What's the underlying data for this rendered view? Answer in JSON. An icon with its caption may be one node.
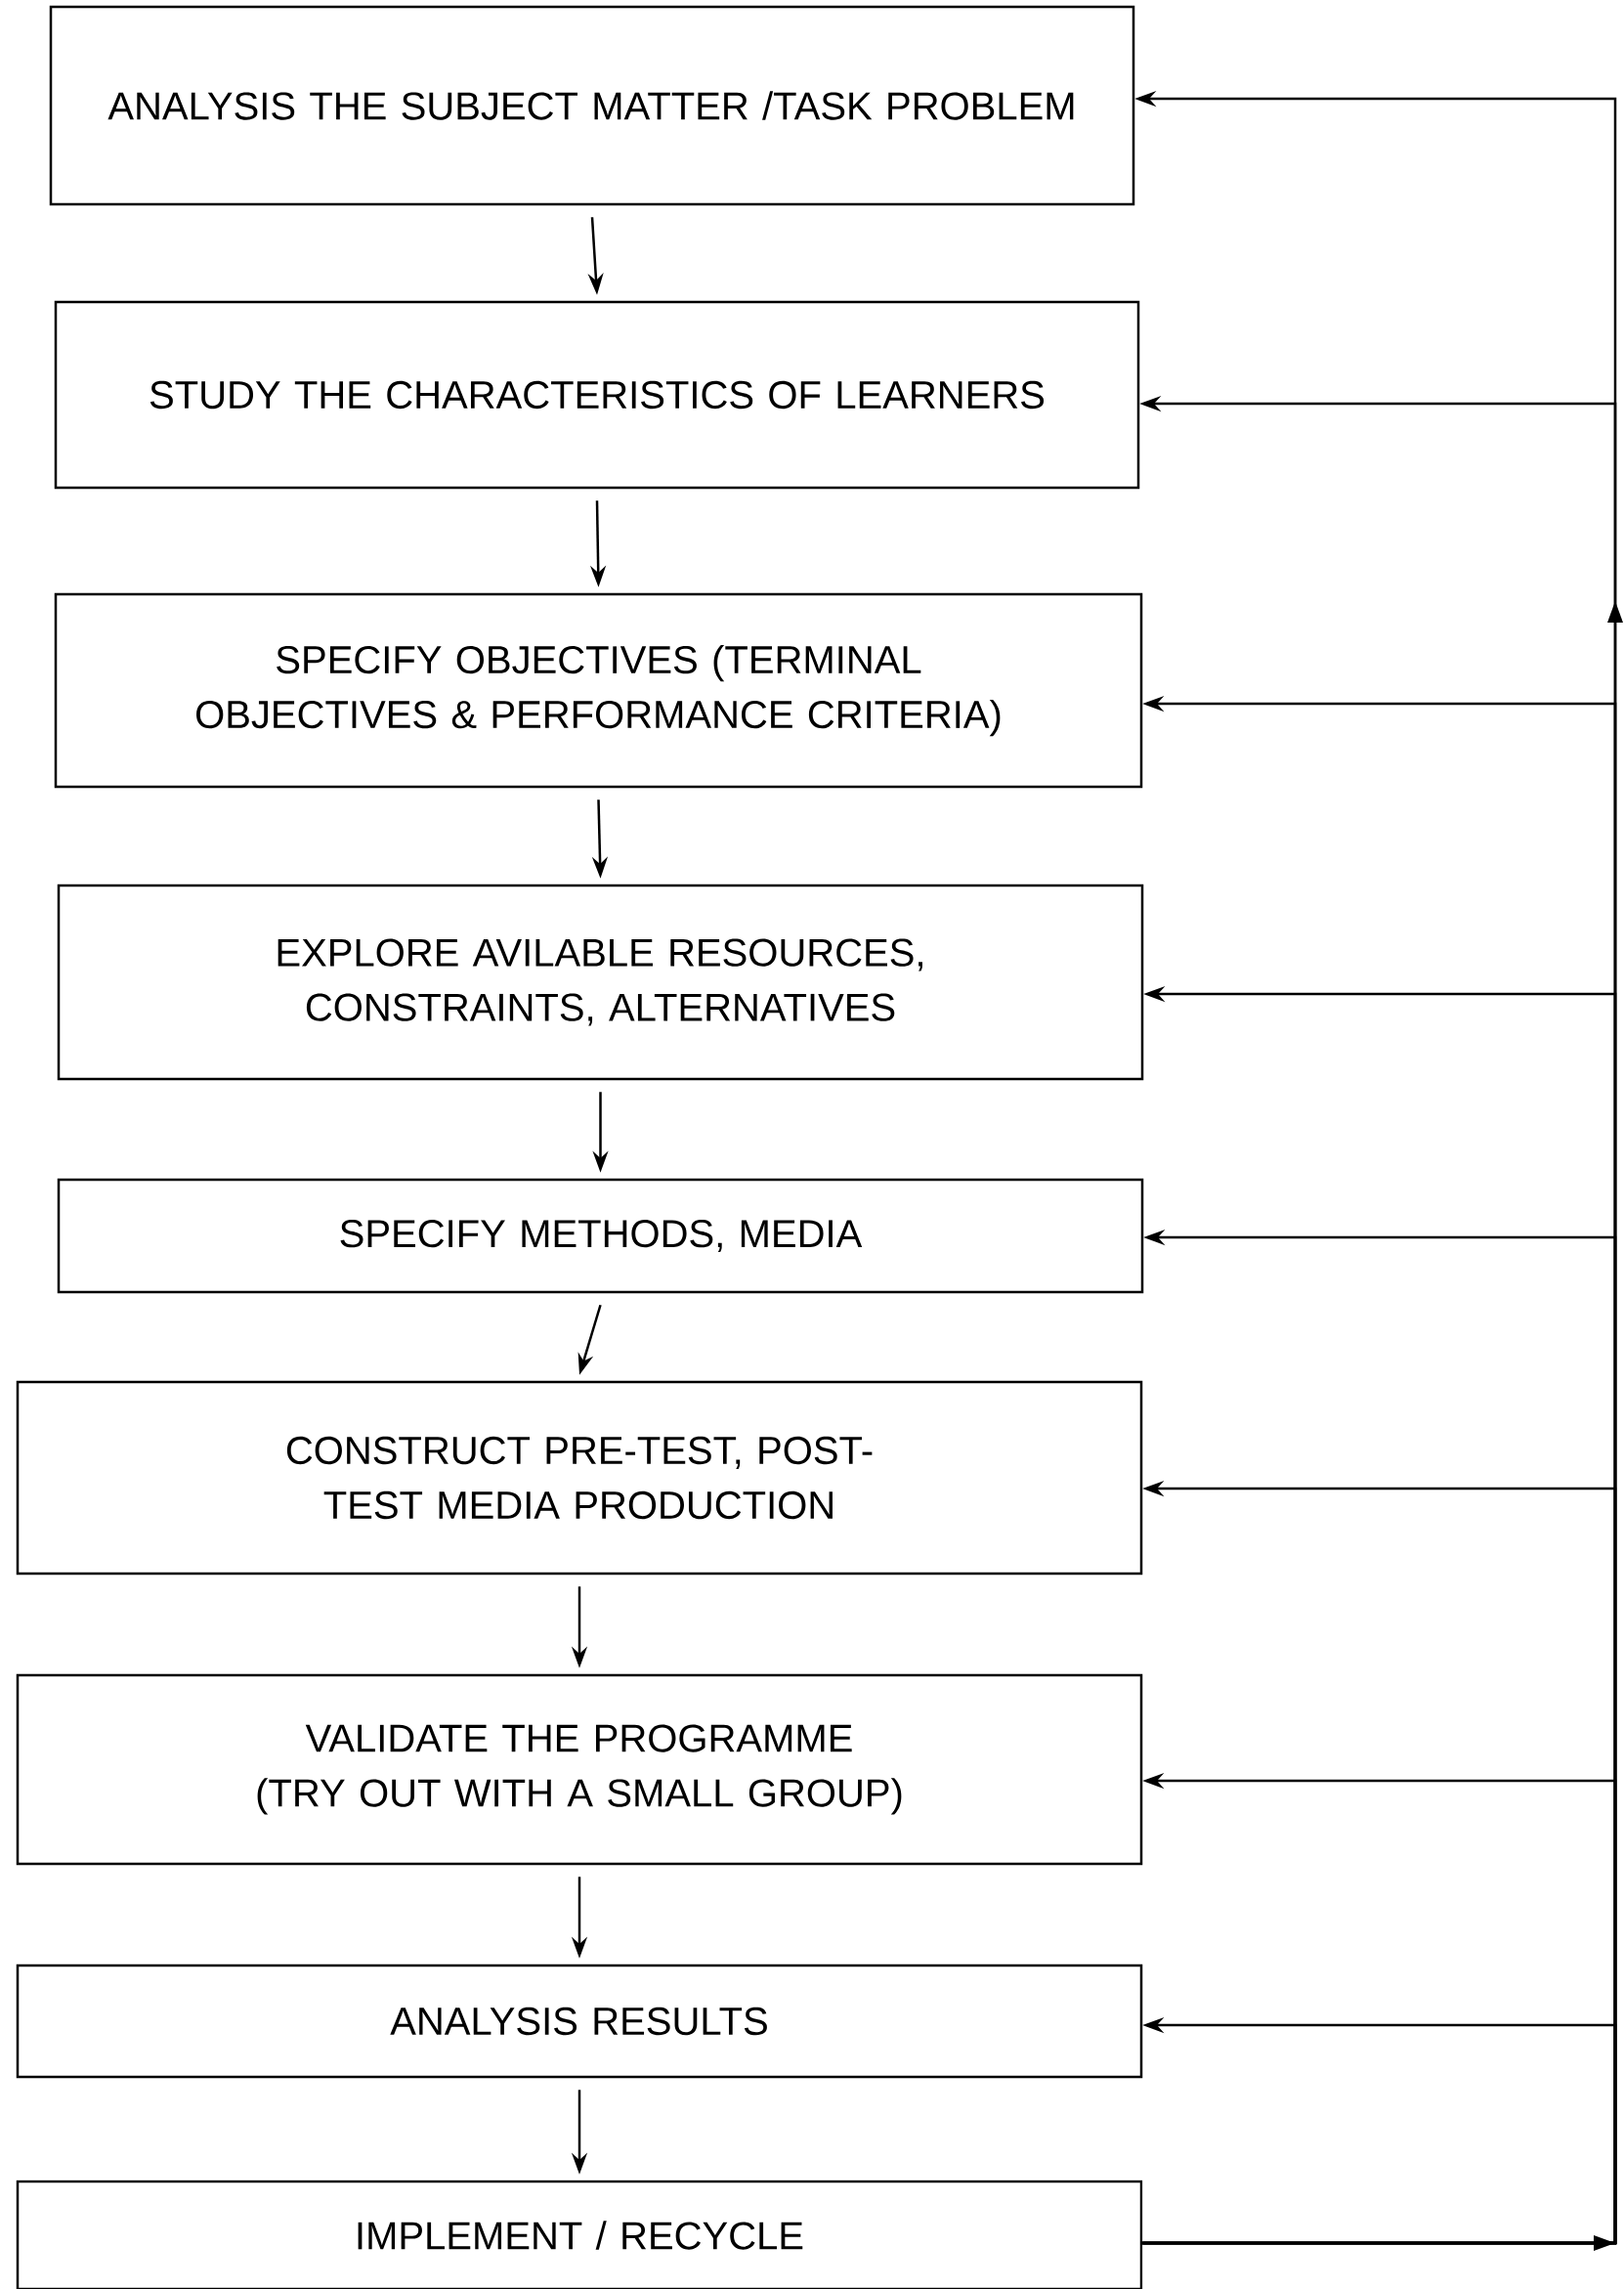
{
  "diagram": {
    "nodes": [
      {
        "text": [
          "ANALYSIS THE SUBJECT MATTER /TASK PROBLEM"
        ]
      },
      {
        "text": [
          "STUDY THE CHARACTERISTICS OF LEARNERS"
        ]
      },
      {
        "text": [
          "SPECIFY OBJECTIVES (TERMINAL OBJECTIVES & PERFORMANCE CRITERIA)"
        ]
      },
      {
        "text": [
          "EXPLORE AVILABLE RESOURCES, CONSTRAINTS, ALTERNATIVES"
        ]
      },
      {
        "text": [
          "SPECIFY METHODS, MEDIA"
        ]
      },
      {
        "text": [
          "CONSTRUCT PRE-TEST, POST-TEST MEDIA PRODUCTION"
        ]
      },
      {
        "text": [
          "VALIDATE THE PROGRAMME (TRY OUT WITH A SMALL GROUP)"
        ]
      },
      {
        "text": [
          "ANALYSIS RESULTS"
        ]
      },
      {
        "text": [
          "IMPLEMENT / RECYCLE"
        ]
      }
    ],
    "edges": [
      {
        "from": 0,
        "to": 1,
        "arrow": "to"
      },
      {
        "from": 1,
        "to": 2,
        "arrow": "to"
      },
      {
        "from": 2,
        "to": 3,
        "arrow": "to"
      },
      {
        "from": 3,
        "to": 4,
        "arrow": "to"
      },
      {
        "from": 4,
        "to": 5,
        "arrow": "to"
      },
      {
        "from": 5,
        "to": 6,
        "arrow": "to"
      },
      {
        "from": 6,
        "to": 7,
        "arrow": "to"
      },
      {
        "from": 7,
        "to": 8,
        "arrow": "to"
      },
      {
        "from": 8,
        "to": 0,
        "arrow": "to"
      },
      {
        "from": 8,
        "to": 1,
        "arrow": "to"
      },
      {
        "from": 8,
        "to": 2,
        "arrow": "to"
      },
      {
        "from": 8,
        "to": 3,
        "arrow": "to"
      },
      {
        "from": 8,
        "to": 4,
        "arrow": "to"
      },
      {
        "from": 8,
        "to": 5,
        "arrow": "to"
      },
      {
        "from": 8,
        "to": 6,
        "arrow": "to"
      },
      {
        "from": 8,
        "to": 7,
        "arrow": "to"
      }
    ]
  }
}
